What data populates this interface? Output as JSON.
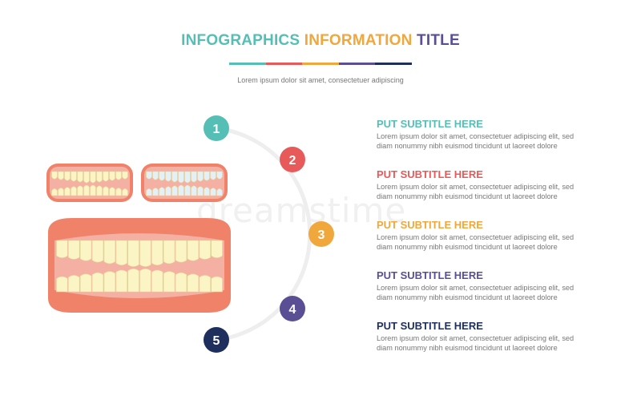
{
  "header": {
    "title_word1": "INFOGRAPHICS",
    "title_word2": "INFORMATION",
    "title_word3": "TITLE",
    "tagline": "Lorem ipsum dolor sit amet, consectetuer adipiscing"
  },
  "watermark": "dreamstime",
  "palette": [
    "#56bfb5",
    "#e85a5a",
    "#f0a73c",
    "#5a4f95",
    "#1e2f5e"
  ],
  "steps": [
    {
      "number": "1",
      "subtitle": "PUT SUBTITLE HERE",
      "text1": "Lorem ipsum dolor sit amet, consectetuer adipiscing elit, sed",
      "text2": "diam nonummy nibh euismod tincidunt ut laoreet dolore",
      "color": "#56bfb5"
    },
    {
      "number": "2",
      "subtitle": "PUT SUBTITLE HERE",
      "text1": "Lorem ipsum dolor sit amet, consectetuer adipiscing elit, sed",
      "text2": "diam nonummy nibh euismod tincidunt ut laoreet dolore",
      "color": "#e85a5a"
    },
    {
      "number": "3",
      "subtitle": "PUT SUBTITLE HERE",
      "text1": "Lorem ipsum dolor sit amet, consectetuer adipiscing elit, sed",
      "text2": "diam nonummy nibh euismod tincidunt ut laoreet dolore",
      "color": "#f0a73c"
    },
    {
      "number": "4",
      "subtitle": "PUT SUBTITLE HERE",
      "text1": "Lorem ipsum dolor sit amet, consectetuer adipiscing elit, sed",
      "text2": "diam nonummy nibh euismod tincidunt ut laoreet dolore",
      "color": "#5a4f95"
    },
    {
      "number": "5",
      "subtitle": "PUT SUBTITLE HERE",
      "text1": "Lorem ipsum dolor sit amet, consectetuer adipiscing elit, sed",
      "text2": "diam nonummy nibh euismod tincidunt ut laoreet dolore",
      "color": "#1e2f5e"
    }
  ],
  "illustration": {
    "icon": "denture-teeth-icon",
    "gum_color": "#f0826a",
    "gum_light_color": "#f4b0a2",
    "tooth_yellow": "#fbf4c4",
    "tooth_white": "#e3f1f7"
  }
}
